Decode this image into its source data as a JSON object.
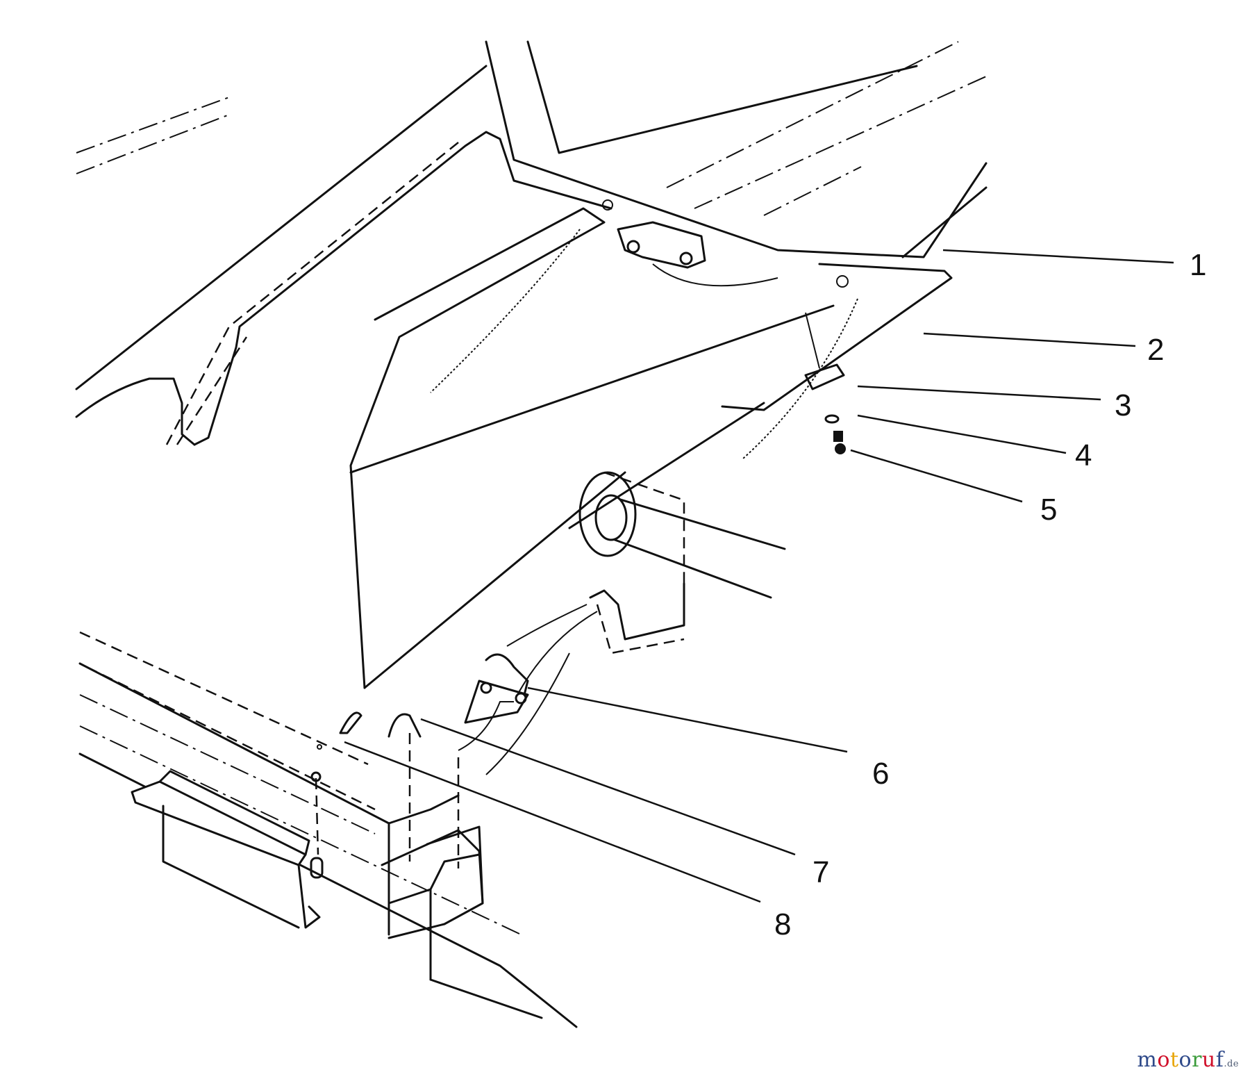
{
  "diagram": {
    "callouts": [
      {
        "number": "1"
      },
      {
        "number": "2"
      },
      {
        "number": "3"
      },
      {
        "number": "4"
      },
      {
        "number": "5"
      },
      {
        "number": "6"
      },
      {
        "number": "7"
      },
      {
        "number": "8"
      }
    ]
  },
  "watermark": {
    "letters": [
      {
        "char": "m",
        "color": "#2f4a8a"
      },
      {
        "char": "o",
        "color": "#d0102a"
      },
      {
        "char": "t",
        "color": "#e8a60c"
      },
      {
        "char": "o",
        "color": "#2f4a8a"
      },
      {
        "char": "r",
        "color": "#3a9b3a"
      },
      {
        "char": "u",
        "color": "#d0102a"
      },
      {
        "char": "f",
        "color": "#2f4a8a"
      }
    ],
    "tld": ".de"
  }
}
